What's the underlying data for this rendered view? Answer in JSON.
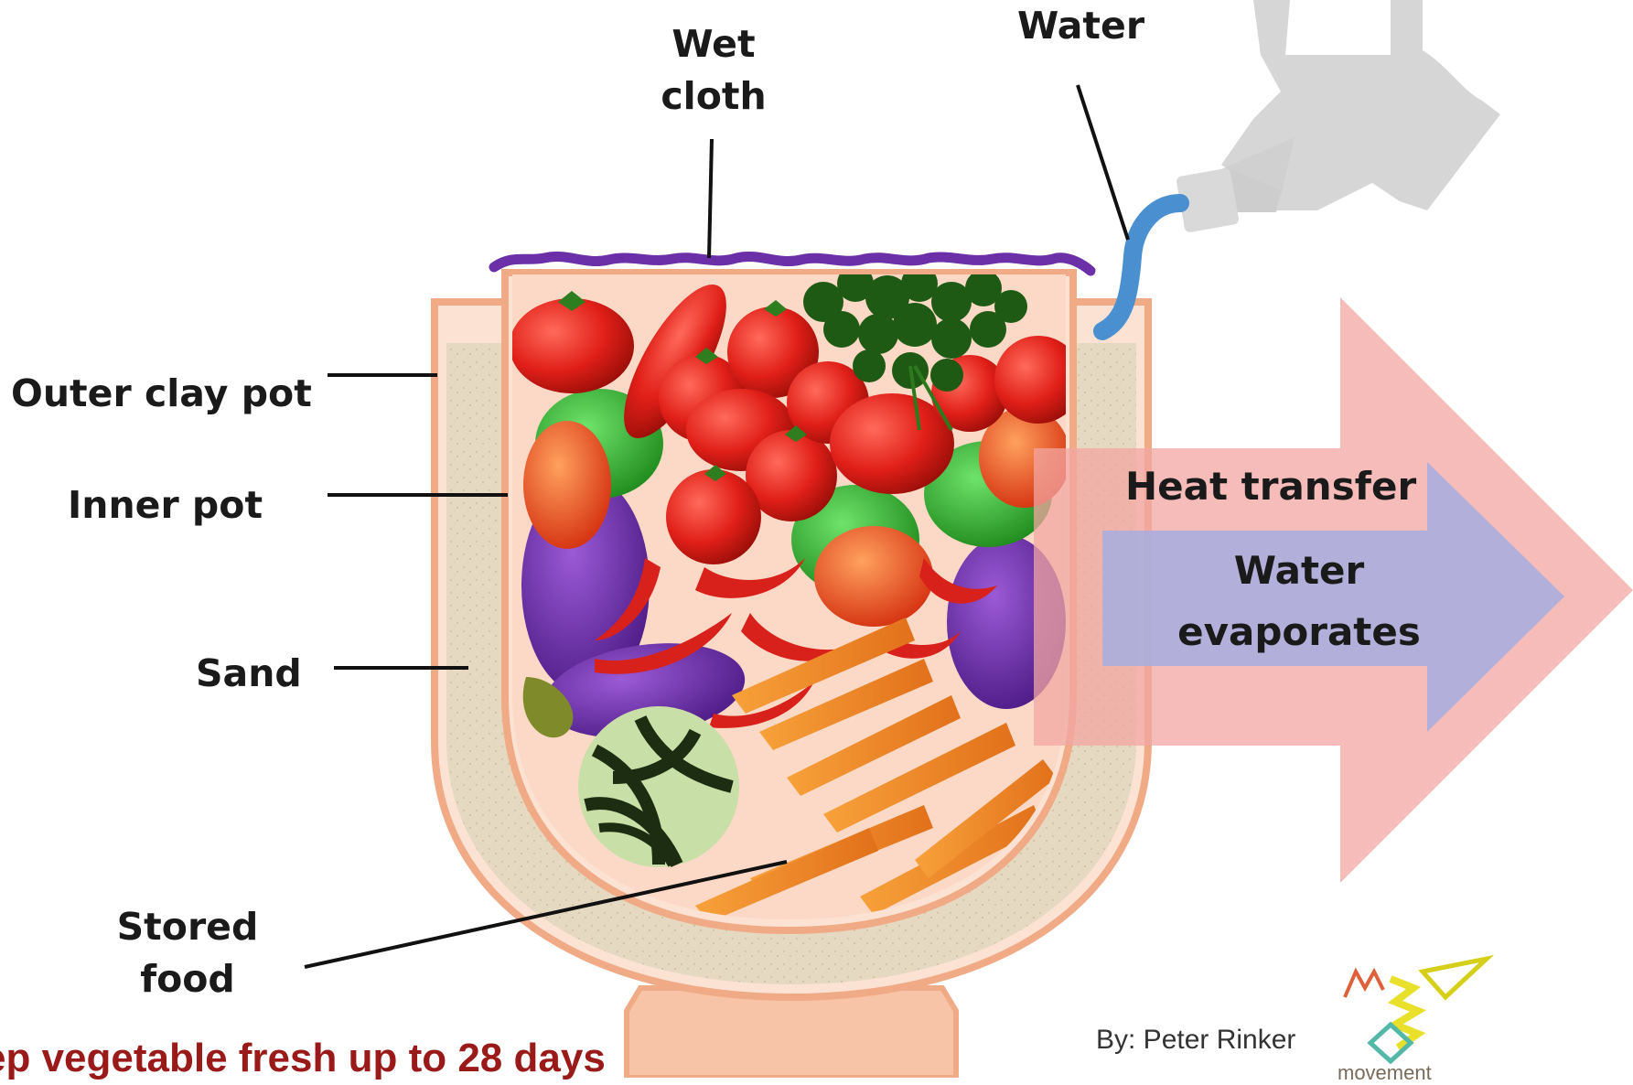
{
  "labels": {
    "wet_cloth": [
      "Wet",
      "cloth"
    ],
    "water": "Water",
    "outer_clay_pot": "Outer clay pot",
    "inner_pot": "Inner pot",
    "sand": "Sand",
    "stored_food": [
      "Stored",
      "food"
    ]
  },
  "arrows": {
    "heat_transfer": "Heat transfer",
    "water_evaporates": [
      "Water",
      "evaporates"
    ]
  },
  "caption": "ep vegetable fresh up to 28 days",
  "credit": "By: Peter Rinker",
  "logo": {
    "text": "movement",
    "icon": "movement-logo-icon"
  },
  "colors": {
    "caption": "#9a1a1a",
    "pot_outline": "#f0aa86",
    "sand": "#e6d9c2",
    "inner_pot_fill": "#fbe2d3",
    "wet_cloth": "#6b2fa8",
    "heat_arrow": "#f3b3b0",
    "evaporation_arrow": "#aeb0db",
    "water_hose": "#4a90d0",
    "watering_can": "#d3d3d3"
  },
  "icons": [
    "watering-can-icon",
    "tomato-icon",
    "pepper-icon",
    "chili-icon",
    "eggplant-icon",
    "cabbage-icon",
    "carrot-icon",
    "parsley-icon"
  ]
}
